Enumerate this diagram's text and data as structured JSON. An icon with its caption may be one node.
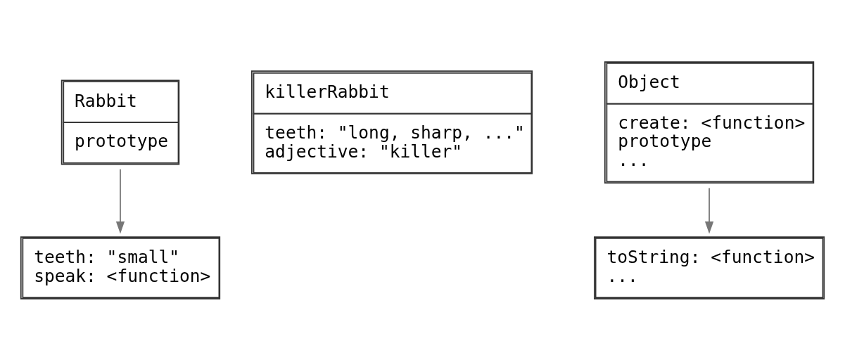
{
  "diagram": {
    "nodes": [
      {
        "text": [
          "Rabbit",
          "prototype"
        ]
      },
      {
        "text": [
          "killerRabbit",
          "teeth: \"long, sharp, ...\"",
          "adjective: \"killer\""
        ]
      },
      {
        "text": [
          "teeth: \"small\"",
          "speak: <function>"
        ]
      },
      {
        "text": [
          "Object",
          "create: <function>",
          "prototype",
          "..."
        ]
      },
      {
        "text": [
          "toString: <function>",
          "..."
        ]
      }
    ],
    "edges": [
      {
        "from": 0,
        "to": 2,
        "arrow": "to"
      },
      {
        "from": 3,
        "to": 4,
        "arrow": "to"
      }
    ]
  }
}
